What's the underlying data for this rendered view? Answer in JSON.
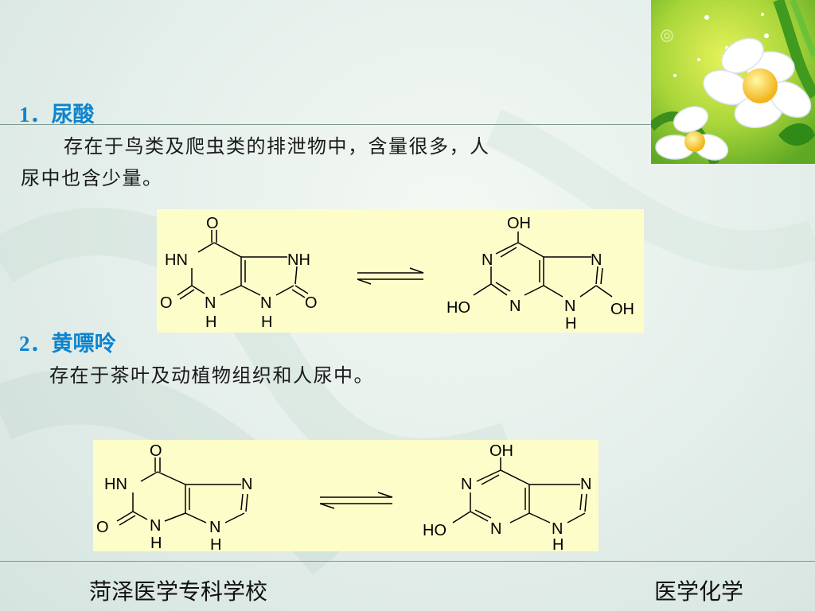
{
  "section1": {
    "heading": "1．尿酸",
    "paragraph_line1": "存在于鸟类及爬虫类的排泄物中，含量很多，人",
    "paragraph_line2": "尿中也含少量。"
  },
  "section2": {
    "heading": "2．黄嘌呤",
    "paragraph": "存在于茶叶及动植物组织和人尿中。"
  },
  "atoms": {
    "O": "O",
    "OH": "OH",
    "HN": "HN",
    "NH": "NH",
    "N": "N",
    "H": "H",
    "HO": "HO"
  },
  "footer": {
    "school": "菏泽医学专科学校",
    "course": "医学化学"
  },
  "colors": {
    "heading": "#0e84cf",
    "panel": "#fdfdca"
  }
}
